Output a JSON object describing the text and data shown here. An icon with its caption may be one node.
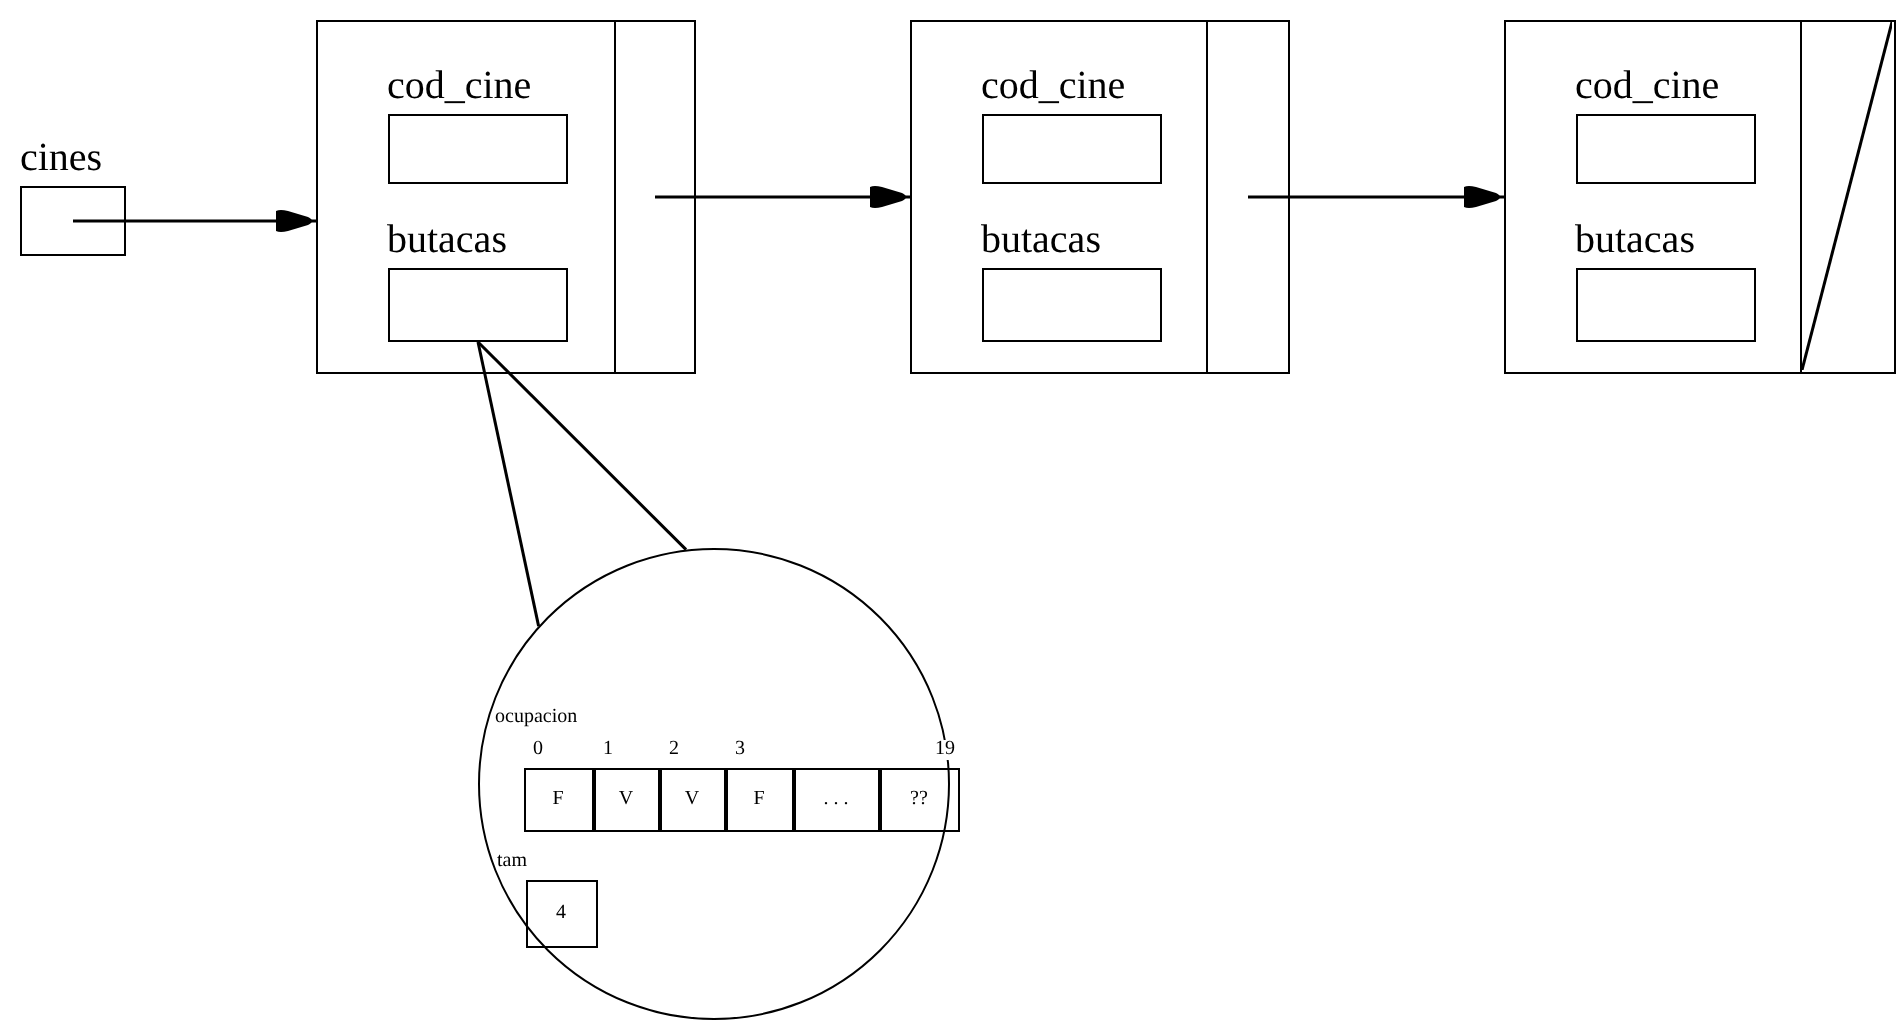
{
  "diagram": {
    "nodes": [
      {
        "text": [
          "cines"
        ]
      },
      {
        "text": [],
        "shape": "box"
      },
      {
        "text": [
          "cod_cine"
        ],
        "in": 1
      },
      {
        "text": [
          "butacas"
        ],
        "in": 1
      },
      {
        "text": [],
        "shape": "box",
        "in": 1
      },
      {
        "text": [],
        "shape": "box"
      },
      {
        "text": [
          "cod_cine"
        ],
        "in": 5
      },
      {
        "text": [
          "butacas"
        ],
        "in": 5
      },
      {
        "text": [],
        "shape": "box",
        "in": 5
      },
      {
        "text": [],
        "shape": "box"
      },
      {
        "text": [
          "cod_cine"
        ],
        "in": 9
      },
      {
        "text": [
          "butacas"
        ],
        "in": 9
      },
      {
        "text": [],
        "shape": "box",
        "in": 9
      },
      {
        "text": [],
        "shape": "circle"
      },
      {
        "text": [
          "ocupacion"
        ],
        "in": 13
      },
      {
        "text": [
          "F"
        ],
        "beside": [
          "0"
        ],
        "in": 14
      },
      {
        "text": [
          "V"
        ],
        "beside": [
          "1"
        ],
        "in": 14
      },
      {
        "text": [
          "V"
        ],
        "beside": [
          "2"
        ],
        "in": 14
      },
      {
        "text": [
          "F"
        ],
        "beside": [
          "3"
        ],
        "in": 14
      },
      {
        "text": [
          ". . ."
        ],
        "in": 14
      },
      {
        "text": [
          "??"
        ],
        "beside": [
          "19"
        ],
        "in": 14
      },
      {
        "text": [
          "tam",
          "4"
        ],
        "in": 13
      }
    ],
    "edges": [
      {
        "from": 0,
        "to": 1,
        "arrow": "to"
      },
      {
        "from": 4,
        "to": 5,
        "arrow": "to"
      },
      {
        "from": 8,
        "to": 9,
        "arrow": "to"
      },
      {
        "from": 3,
        "to": 13,
        "arrow": "none"
      },
      {
        "from": 3,
        "to": 13,
        "arrow": "none"
      }
    ]
  }
}
